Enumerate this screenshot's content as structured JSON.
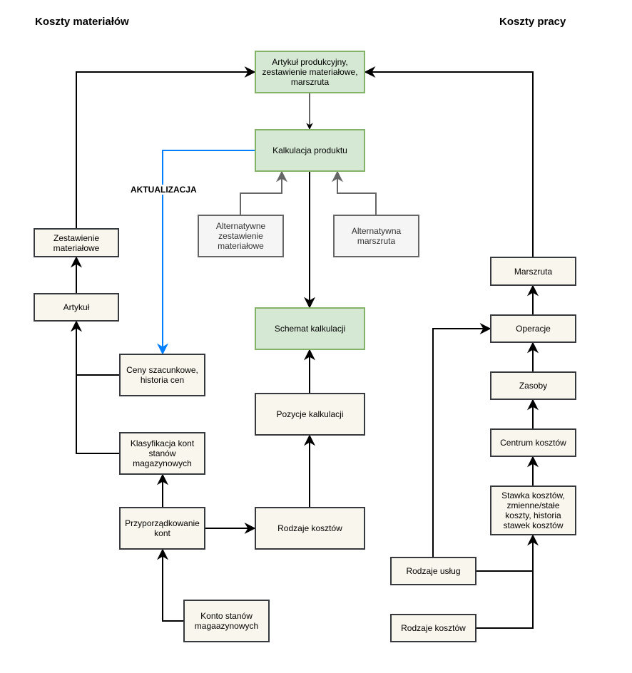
{
  "headers": {
    "left": "Koszty materiałów",
    "right": "Koszty pracy"
  },
  "nodes": {
    "artykul_produkcyjny": "Artykuł produkcyjny, zestawienie materiałowe, marszruta",
    "kalkulacja": "Kalkulacja produktu",
    "alt_zestawienie": "Alternatywne zestawienie materiałowe",
    "alt_marszruta": "Alternatywna marszruta",
    "schemat": "Schemat kalkulacji",
    "pozycje": "Pozycje kalkulacji",
    "rodzaje_kosztow_mid": "Rodzaje kosztów",
    "zestawienie_mat": "Zestawienie materiałowe",
    "artykul": "Artykuł",
    "ceny": "Ceny szacunkowe, historia cen",
    "klasyfikacja": "Klasyfikacja kont stanów magazynowych",
    "przyporzadkowanie": "Przyporządkowanie kont",
    "konto_stanow": "Konto stanów magaazynowych",
    "marszruta": "Marszruta",
    "operacje": "Operacje",
    "zasoby": "Zasoby",
    "centrum": "Centrum kosztów",
    "stawka": "Stawka kosztów, zmienne/stałe koszty, historia stawek kosztów",
    "rodzaje_uslug": "Rodzaje usług",
    "rodzaje_kosztow_right": "Rodzaje kosztów"
  },
  "labels": {
    "aktualizacja": "AKTUALIZACJA"
  },
  "colors": {
    "green_fill": "#d5e8d4",
    "green_stroke": "#82b366",
    "beige_fill": "#f9f7ed",
    "beige_stroke": "#36393d",
    "grey_fill": "#f5f5f5",
    "grey_stroke": "#666666",
    "update_arrow": "#007fff"
  }
}
